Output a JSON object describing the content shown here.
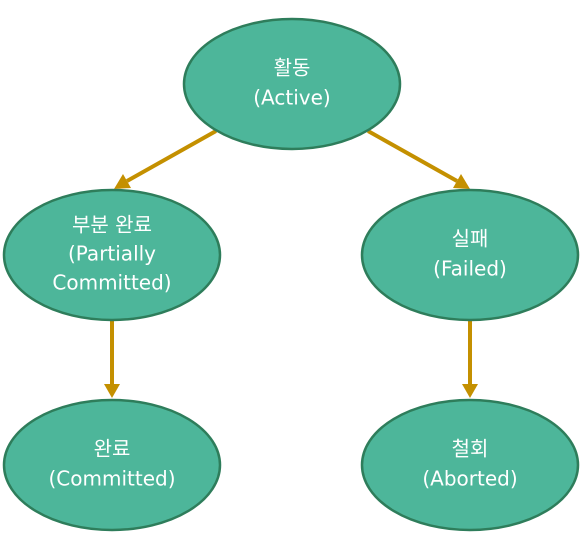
{
  "diagram": {
    "nodes": {
      "active": {
        "line1": "활동",
        "line2": "(Active)"
      },
      "partially_committed": {
        "line1": "부분 완료",
        "line2": "(Partially",
        "line3": "Committed)"
      },
      "failed": {
        "line1": "실패",
        "line2": "(Failed)"
      },
      "committed": {
        "line1": "완료",
        "line2": "(Committed)"
      },
      "aborted": {
        "line1": "철회",
        "line2": "(Aborted)"
      }
    },
    "edges": [
      {
        "from": "active",
        "to": "partially_committed"
      },
      {
        "from": "active",
        "to": "failed"
      },
      {
        "from": "partially_committed",
        "to": "committed"
      },
      {
        "from": "failed",
        "to": "aborted"
      }
    ],
    "colors": {
      "node_fill": "#4db69a",
      "node_stroke": "#2e7d5b",
      "edge": "#c49000",
      "text": "#ffffff"
    }
  }
}
